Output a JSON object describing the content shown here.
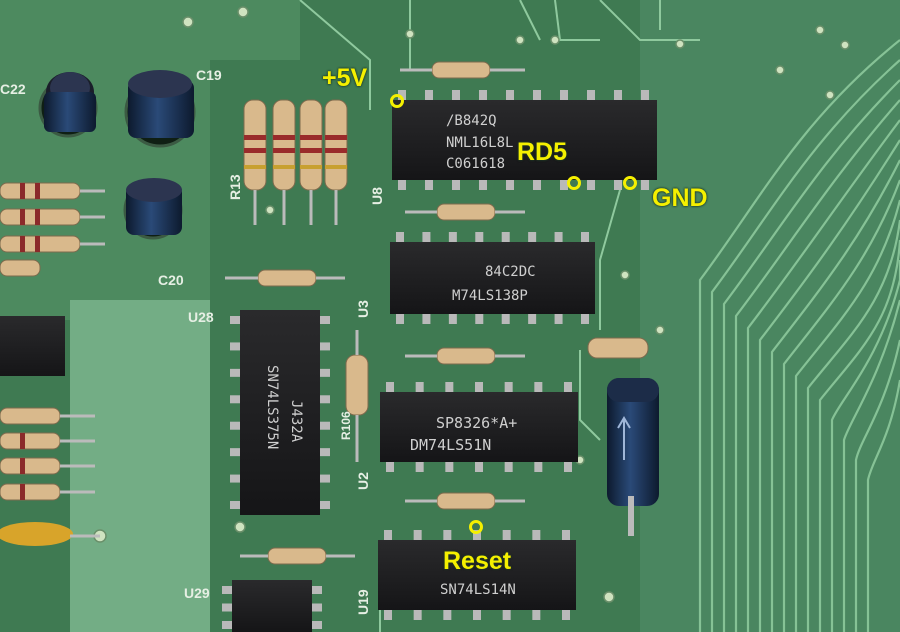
{
  "colors": {
    "board": "#3f7a52",
    "board_light": "#6fae83",
    "trace": "#8cc79b",
    "chip": "#1d1d1f",
    "pin": "#bfbfbf",
    "annotation": "#f5f000"
  },
  "annotations": {
    "plus5v": "+5V",
    "rd5": "RD5",
    "gnd": "GND",
    "reset": "Reset"
  },
  "chips": {
    "u8_line1": "/B842Q",
    "u8_line2": "NML16L8L",
    "u8_line3": "C061618",
    "u3_line1": "84C2DC",
    "u3_line2": "M74LS138P",
    "u2_line1": "SP8326*A+",
    "u2_line2": "DM74LS51N",
    "u28_line1": "J432A",
    "u28_line2": "SN74LS375N",
    "u19_line": "SN74LS14N"
  },
  "silkscreen": {
    "c22": "C22",
    "c19": "C19",
    "c20": "C20",
    "r13": "R13",
    "u28": "U28",
    "u8": "U8",
    "u3": "U3",
    "u2": "U2",
    "u19": "U19",
    "u29": "U29",
    "r106": "R106"
  }
}
